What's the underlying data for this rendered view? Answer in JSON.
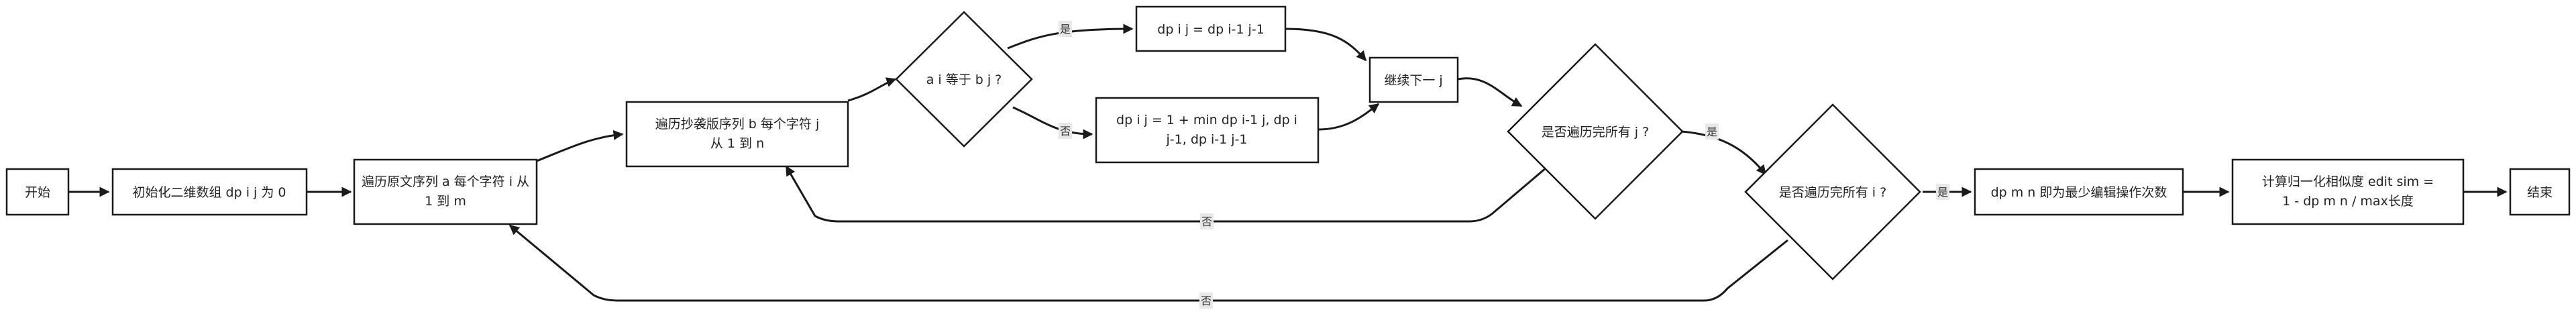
{
  "nodes": {
    "start": "开始",
    "init": "初始化二维数组 dp i j 为 0",
    "loop_i": [
      "遍历原文序列 a 每个字符 i 从",
      "1 到 m"
    ],
    "loop_j": [
      "遍历抄袭版序列 b 每个字符 j",
      "从 1 到 n"
    ],
    "cond_eq": "a i 等于 b j ?",
    "dp_same": "dp i j = dp i-1 j-1",
    "dp_diff": [
      "dp i j = 1 + min dp i-1 j, dp i",
      "j-1, dp i-1 j-1"
    ],
    "next_j": "继续下一 j",
    "done_j": "是否遍历完所有 j ?",
    "done_i": "是否遍历完所有 i ?",
    "result": "dp m n 即为最少编辑操作次数",
    "sim": [
      "计算归一化相似度 edit sim =",
      "1 - dp m n / max长度"
    ],
    "end": "结束"
  },
  "edges": {
    "yes_eq": "是",
    "no_eq": "否",
    "yes_j": "是",
    "no_j": "否",
    "yes_i": "是",
    "no_i": "否"
  }
}
